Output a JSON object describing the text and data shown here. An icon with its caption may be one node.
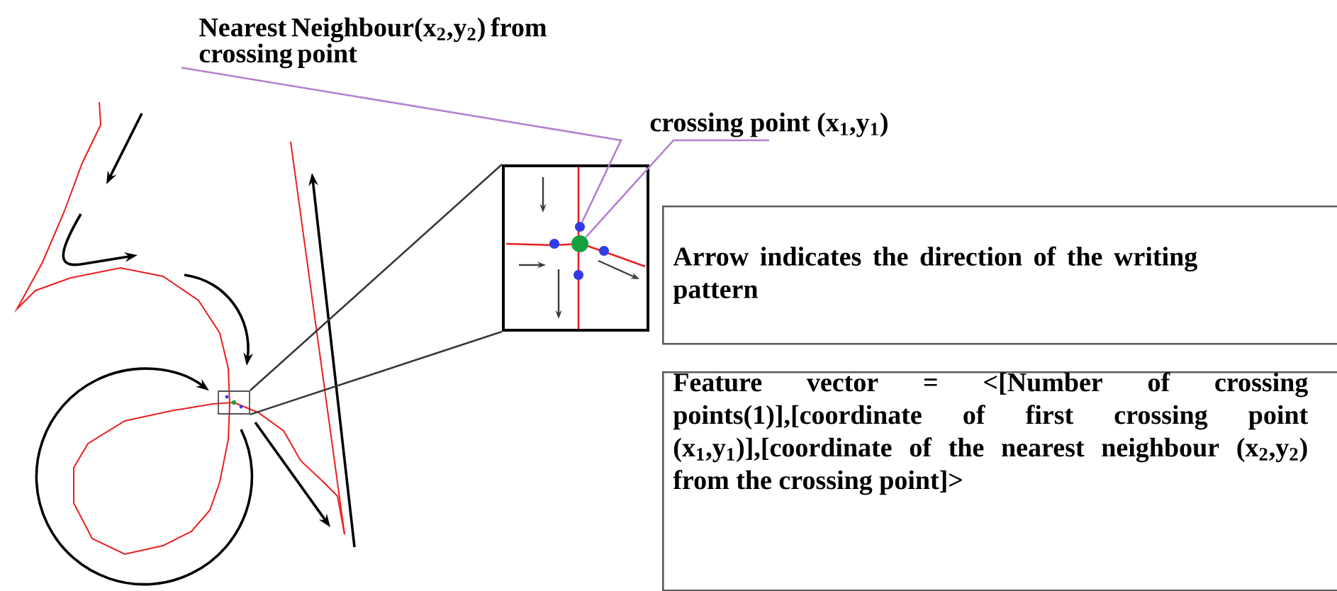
{
  "diagram": {
    "nodes": [
      {
        "text": [
          "Nearest Neighbour(x$_{2}$,y$_{2}$) from crossing point"
        ]
      },
      {
        "text": [
          "crossing point (x$_{1}$,y$_{1}$)"
        ]
      },
      {
        "text": [],
        "shape": "box"
      },
      {
        "text": [],
        "shape": "box"
      },
      {
        "text": [],
        "shape": "circle",
        "in": 3
      },
      {
        "text": [],
        "shape": "circle",
        "in": 3
      },
      {
        "text": [
          "Arrow indicates the direction of the writing pattern"
        ]
      },
      {
        "text": [
          "Feature vector = <[Number of crossing points(1)],[coordinate of first crossing point (x$_{1}$,y$_{1}$)],[coordinate of the nearest neighbour (x$_{2}$,y$_{2}$) from the crossing point]>"
        ]
      }
    ],
    "edges": [
      {
        "from": 0,
        "to": 4,
        "arrow": "none",
        "color": "#b47fd0"
      },
      {
        "from": 1,
        "to": 5,
        "arrow": "none",
        "color": "#b47fd0"
      },
      {
        "from": 2,
        "to": 3,
        "arrow": "none",
        "color": "#373737"
      },
      {
        "from": 2,
        "to": 3,
        "arrow": "none",
        "color": "#373737"
      }
    ]
  }
}
